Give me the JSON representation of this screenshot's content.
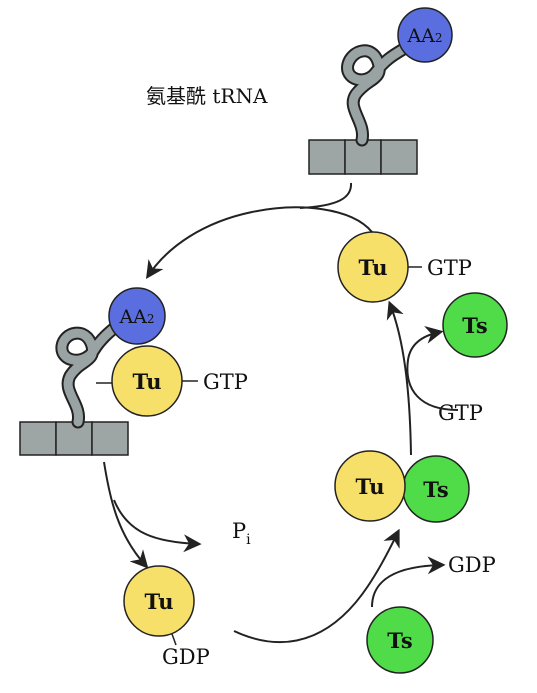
{
  "labels": {
    "aminoacyl_trna": "氨基酰 tRNA",
    "aa2": "AA",
    "aa2_sub": "2",
    "tu": "Tu",
    "ts": "Ts",
    "gtp": "GTP",
    "gdp": "GDP",
    "pi": "P",
    "pi_sub": "i"
  },
  "colors": {
    "tu_fill": "#f7e06a",
    "ts_fill": "#4fdc48",
    "aa_fill": "#5a6ee0",
    "trna_fill": "#9aa3a3",
    "block_fill": "#9ea5a5",
    "stroke": "#222222"
  }
}
